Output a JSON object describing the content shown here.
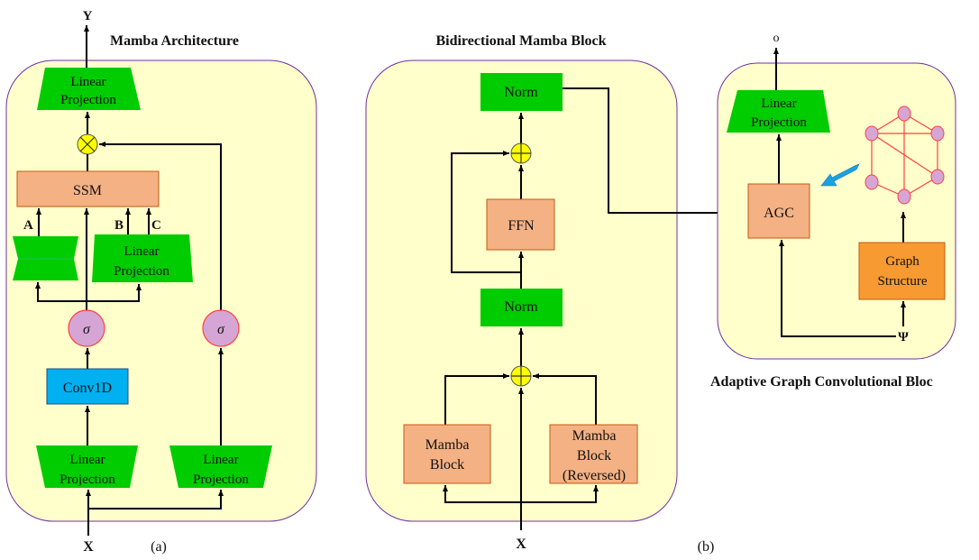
{
  "panel_a": {
    "title": "Mamba Architecture",
    "output_label": "Y",
    "input_label": "X",
    "caption": "(a)",
    "top_projection": [
      "Linear",
      "Projection"
    ],
    "multiply_symbol": "⊗",
    "ssm_label": "SSM",
    "param_labels": {
      "a": "A",
      "b": "B",
      "c": "C"
    },
    "mid_projection": [
      "Linear",
      "Projection"
    ],
    "sigma_left": "σ",
    "sigma_right": "σ",
    "conv_label": "Conv1D",
    "bottom_left_projection": [
      "Linear",
      "Projection"
    ],
    "bottom_right_projection": [
      "Linear",
      "Projection"
    ]
  },
  "panel_b": {
    "title": "Bidirectional Mamba Block",
    "input_label": "X",
    "caption": "(b)",
    "norm_top": "Norm",
    "ffn": "FFN",
    "norm_bottom": "Norm",
    "mamba_left": [
      "Mamba",
      "Block"
    ],
    "mamba_right": [
      "Mamba",
      "Block",
      "(Reversed)"
    ]
  },
  "panel_c": {
    "title": "Adaptive Graph Convolutional Bloc",
    "output_label": "o",
    "projection": [
      "Linear",
      "Projection"
    ],
    "agc": "AGC",
    "graph_structure": [
      "Graph",
      "Structure"
    ],
    "psi_label": "Ψ"
  },
  "colors": {
    "panel_fill": "#FFFFCC",
    "panel_border": "#7030A0",
    "green": "#00CC00",
    "salmon": "#F4B183",
    "salmon_border": "#C55A11",
    "blue_box": "#00B0F0",
    "sigma_fill": "#D5A6D5",
    "sigma_border": "#FF4040",
    "op_fill": "#FFFF00",
    "graph_structure_fill": "#F79A32",
    "graph_edge": "#FF4040",
    "blue_arrow": "#1BA1E2"
  }
}
